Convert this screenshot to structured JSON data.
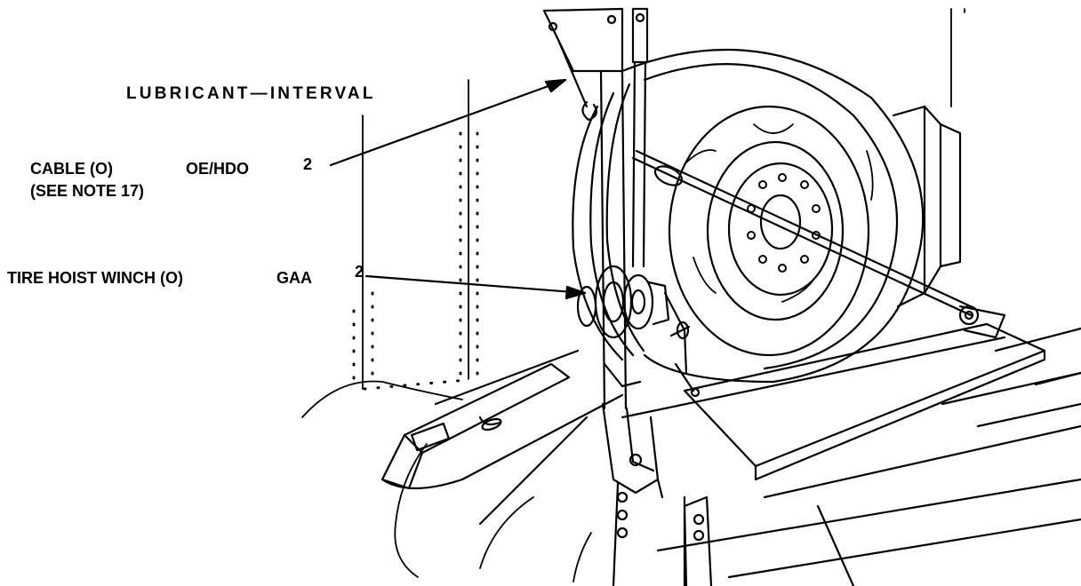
{
  "header": "LUBRICANT—INTERVAL",
  "callouts": [
    {
      "item": "CABLE (O)",
      "note": "(SEE NOTE 17)",
      "lubricant": "OE/HDO",
      "interval": "2"
    },
    {
      "item": "TIRE HOIST WINCH (O)",
      "lubricant": "GAA",
      "interval": "2"
    }
  ],
  "colors": {
    "ink": "#000000",
    "paper": "#ffffff"
  }
}
